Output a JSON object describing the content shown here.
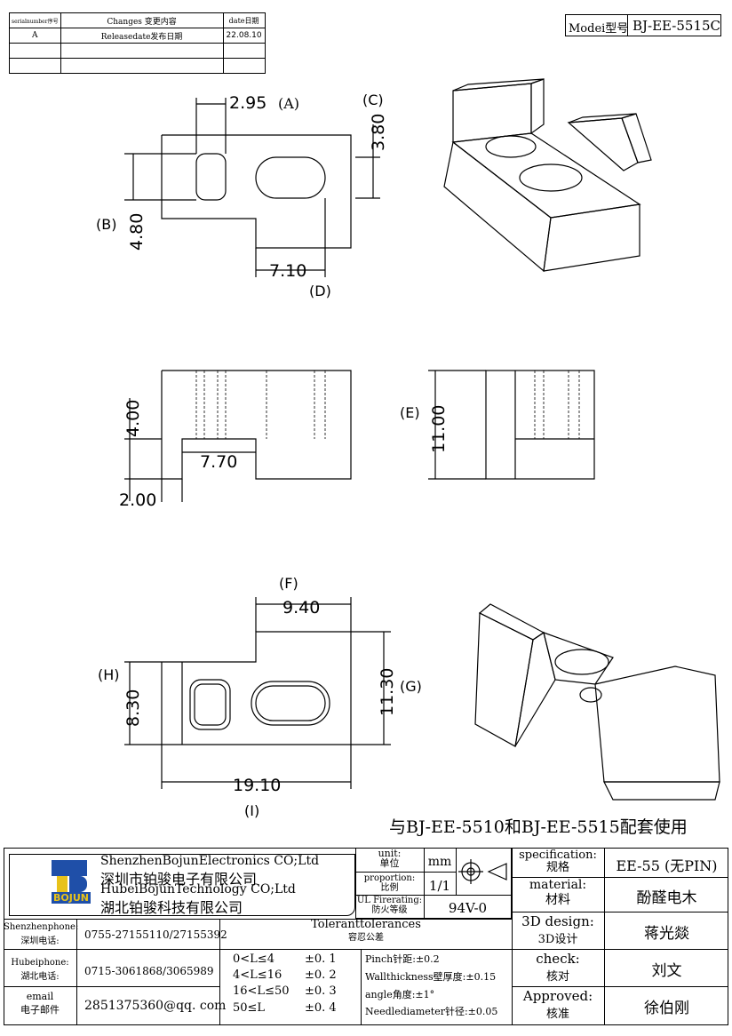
{
  "revision_table": {
    "headers": [
      "serialnumber序号",
      "Changes 变更内容",
      "date日期"
    ],
    "rows": [
      [
        "A",
        "Releasedate发布日期",
        "22.08.10"
      ],
      [
        "",
        "",
        ""
      ],
      [
        "",
        "",
        ""
      ]
    ]
  },
  "model": {
    "label": "Modei型号",
    "value": "BJ-EE-5515C"
  },
  "dimensions": {
    "a": "2.95",
    "a_tag": "(A)",
    "c": "3.80",
    "c_tag": "(C)",
    "b": "4.80",
    "b_tag": "(B)",
    "d": "7.10",
    "d_tag": "(D)",
    "side_4": "4.00",
    "side_7_7": "7.70",
    "side_2": "2.00",
    "e": "11.00",
    "e_tag": "(E)",
    "f": "9.40",
    "f_tag": "(F)",
    "h": "8.30",
    "h_tag": "(H)",
    "g": "11.30",
    "g_tag": "(G)",
    "i": "19.10",
    "i_tag": "(I)"
  },
  "note": "与BJ-EE-5510和BJ-EE-5515配套使用",
  "company": {
    "logo_text": "BOJUN",
    "name_en_1": "ShenzhenBojunElectronics CO;Ltd",
    "name_cn_1": "深圳市铂骏电子有限公司",
    "name_en_2": "HubeiBojunTechnology CO;Ltd",
    "name_cn_2": "湖北铂骏科技有限公司"
  },
  "unit": {
    "label_en": "unit:",
    "label_cn": "单位",
    "value": "mm"
  },
  "proportion": {
    "label_en": "proportion:",
    "label_cn": "比例",
    "value": "1/1"
  },
  "ul": {
    "label_en": "UL Firerating:",
    "label_cn": "防火等级",
    "value": "94V-0"
  },
  "specification": {
    "label_en": "specification:",
    "label_cn": "规格",
    "value": "EE-55 (无PIN)"
  },
  "material": {
    "label_en": "material:",
    "label_cn": "材料",
    "value": "酚醛电木"
  },
  "design3d": {
    "label_en": "3D design:",
    "label_cn": "3D设计",
    "value": "蒋光燚"
  },
  "check": {
    "label_en": "check:",
    "label_cn": "核对",
    "value": "刘文"
  },
  "approved": {
    "label_en": "Approved:",
    "label_cn": "核准",
    "value": "徐伯刚"
  },
  "contacts": [
    {
      "label_en": "Shenzhenphone:",
      "label_cn": "深圳电话:",
      "value": "0755-27155110/27155392"
    },
    {
      "label_en": "Hubeiphone:",
      "label_cn": "湖北电话:",
      "value": "0715-3061868/3065989"
    },
    {
      "label_en": "email",
      "label_cn": "电子邮件",
      "value": "2851375360@qq. com"
    }
  ],
  "tolerances": {
    "title_en": "Toleranttolerances",
    "title_cn": "容忍公差",
    "ranges": [
      {
        "range": "0<L≤4",
        "tol": "±0. 1"
      },
      {
        "range": "4<L≤16",
        "tol": "±0. 2"
      },
      {
        "range": "16<L≤50",
        "tol": "±0. 3"
      },
      {
        "range": "50≤L",
        "tol": "±0. 4"
      }
    ],
    "notes": [
      "Pinch针距:±0.2",
      "Wallthickness壁厚度:±0.15",
      "angle角度:±1°",
      "Needlediameter针径:±0.05"
    ]
  },
  "colors": {
    "line": "#000000",
    "logo_blue": "#1f4fa8",
    "logo_yellow": "#e8c21a"
  }
}
